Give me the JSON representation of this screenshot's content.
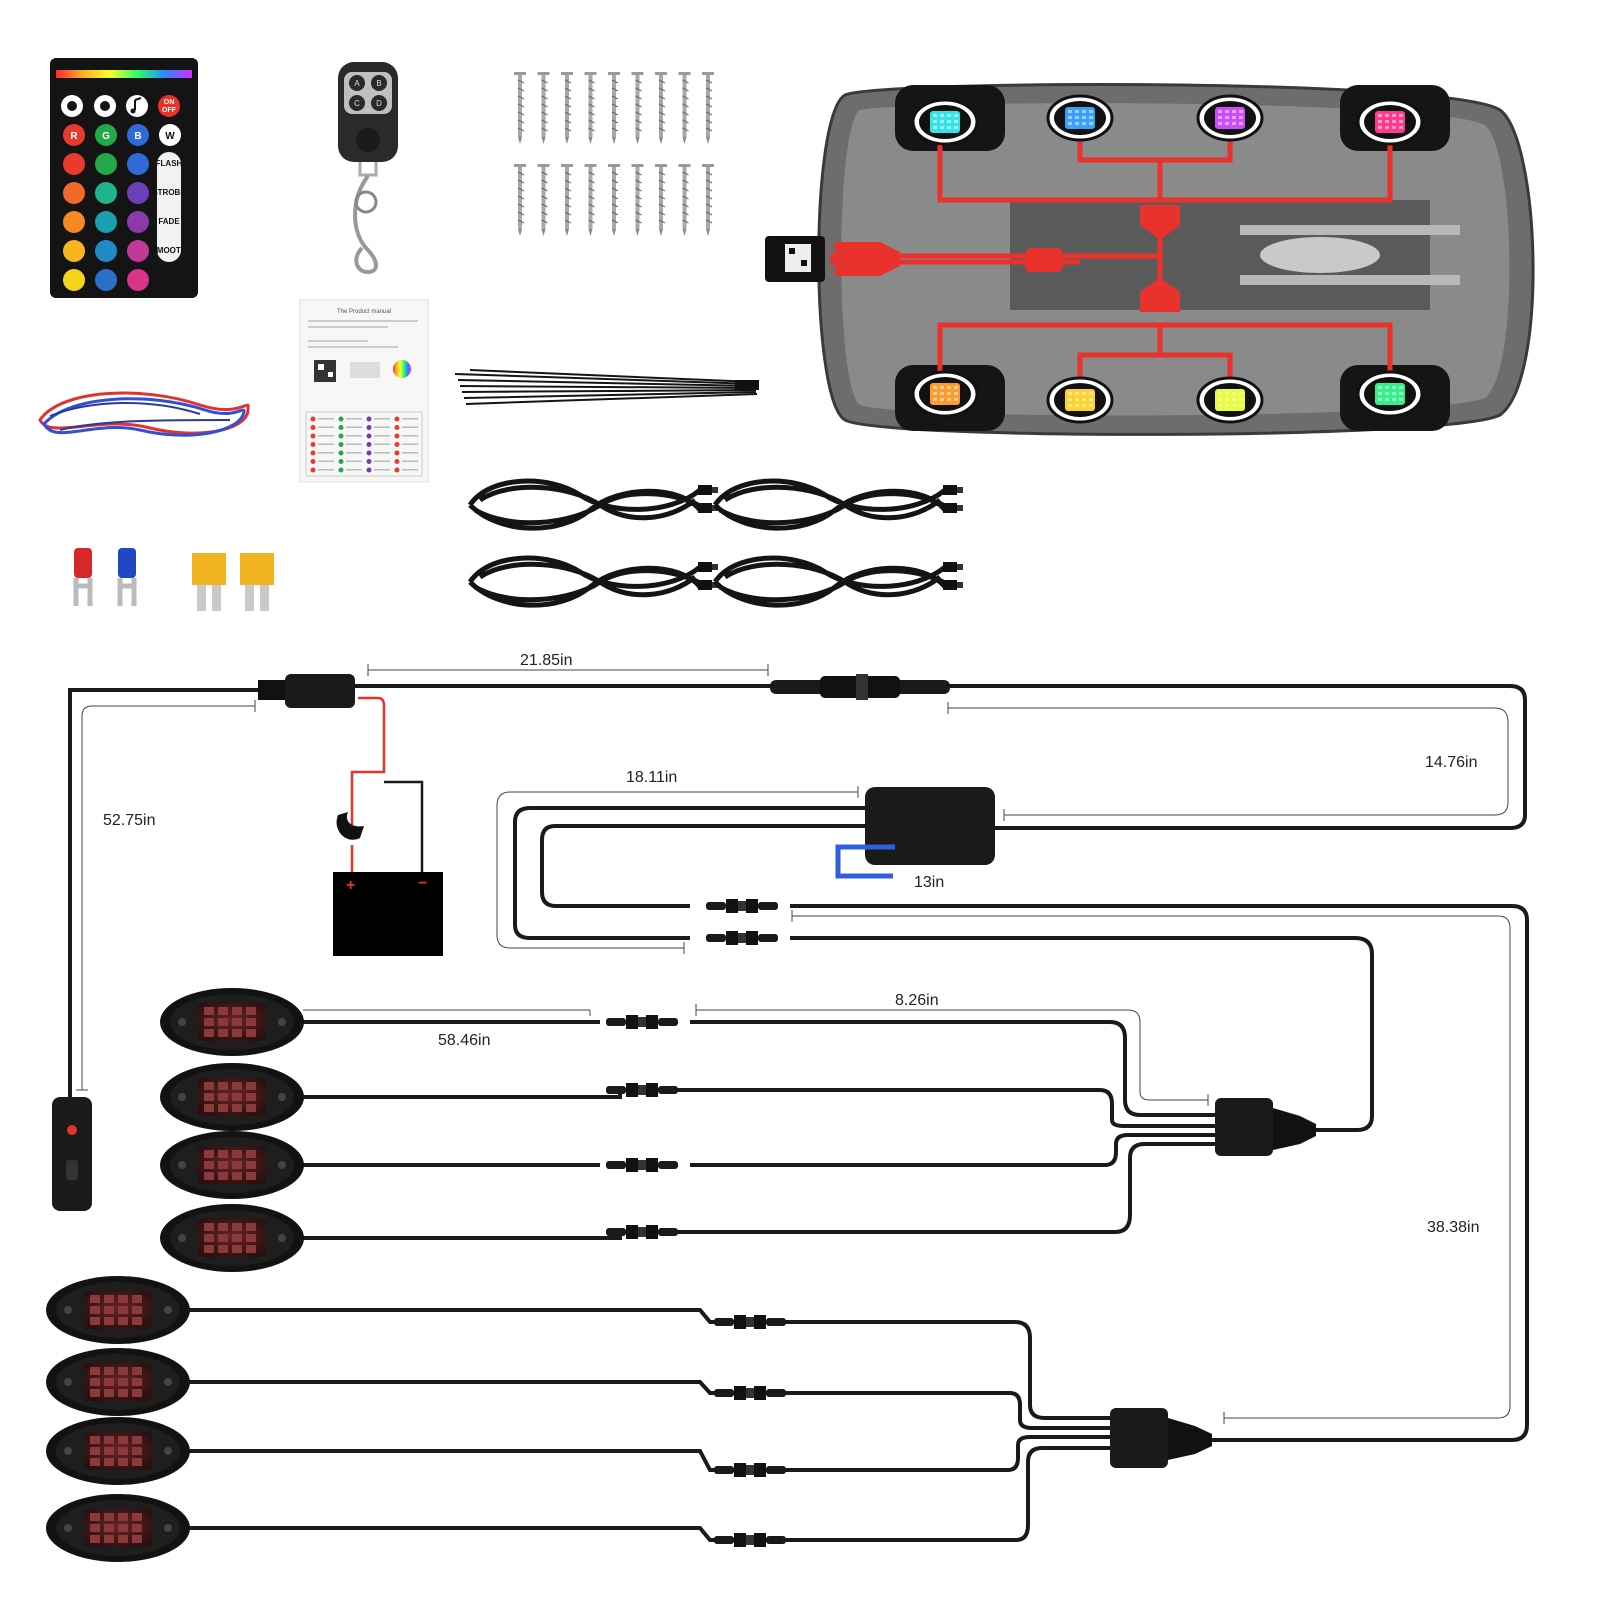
{
  "remote": {
    "keys_top": [
      "ON OFF"
    ],
    "keys_rgb": [
      "R",
      "G",
      "B",
      "W"
    ],
    "side_keys": [
      "FLASH",
      "STROBE",
      "FADE",
      "SMOOTH"
    ],
    "grid_colors": [
      [
        "#e83b2c",
        "#22a84a",
        "#2f6ad8"
      ],
      [
        "#f06a2a",
        "#1fb58c",
        "#6b3fb8"
      ],
      [
        "#f58a24",
        "#1a9fb0",
        "#8c3aa8"
      ],
      [
        "#f7b51e",
        "#2289c7",
        "#c13a9a"
      ],
      [
        "#f3d51a",
        "#2a70c9",
        "#d8348a"
      ]
    ]
  },
  "key_fob": {
    "buttons": [
      "A",
      "B",
      "C",
      "D"
    ]
  },
  "manual": {
    "title": "The Product manual"
  },
  "car_pods": [
    {
      "color": "#3ae3e3"
    },
    {
      "color": "#3aa0ff"
    },
    {
      "color": "#c94cff"
    },
    {
      "color": "#ff3a8a"
    },
    {
      "color": "#ff9a2e"
    },
    {
      "color": "#ffd12e"
    },
    {
      "color": "#e6ff3a"
    },
    {
      "color": "#34f08a"
    }
  ],
  "dimensions": {
    "d1": "21.85in",
    "d2": "14.76in",
    "d3": "52.75in",
    "d4": "18.11in",
    "d5": "13in",
    "d6": "8.26in",
    "d7": "58.46in",
    "d8": "38.38in"
  },
  "battery": {
    "plus": "+",
    "minus": "−"
  },
  "colors": {
    "wire_red": "#e8322b",
    "blue_loop": "#2f5fe0",
    "cable": "#1a1a1a"
  }
}
